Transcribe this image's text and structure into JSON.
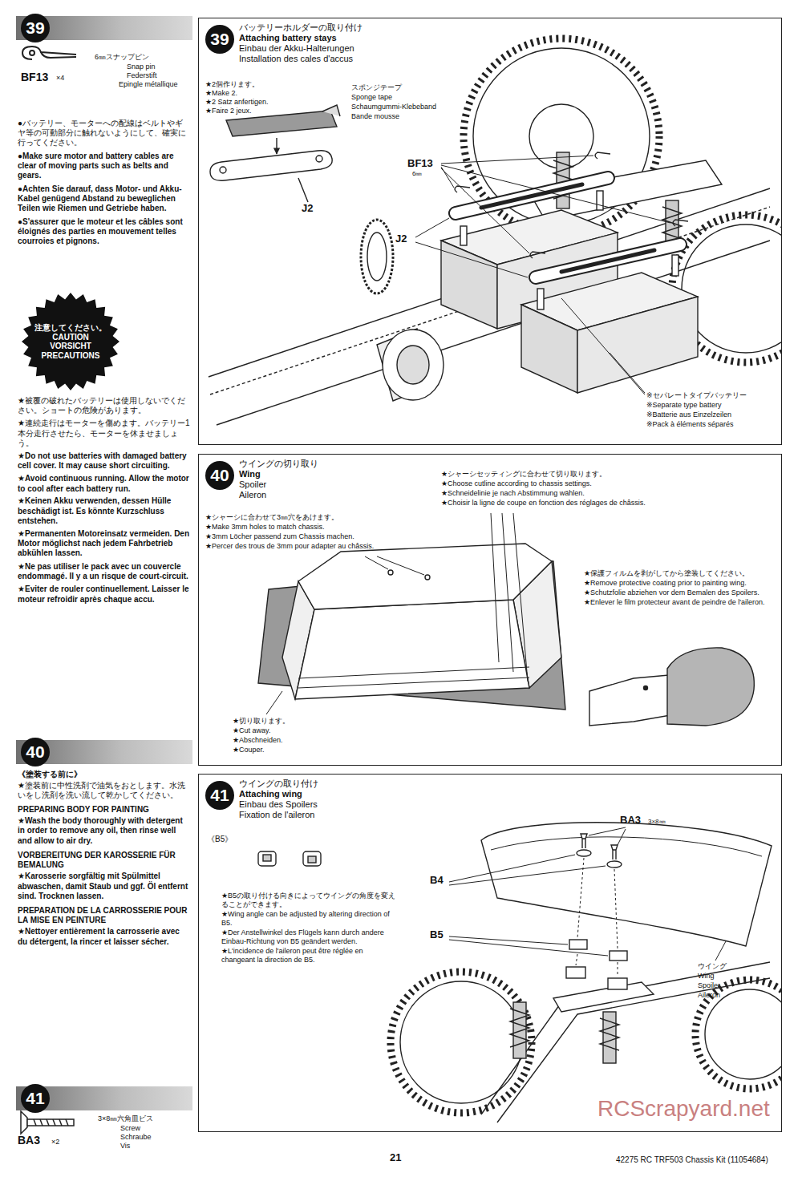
{
  "diagram": {
    "nodes": [
      {
        "text": [
          "39"
        ]
      },
      {
        "text": [
          "注意してください。",
          "CAUTION",
          "VORSICHT",
          "PRECAUTIONS"
        ]
      },
      {
        "text": [
          "40"
        ]
      },
      {
        "text": [
          "41"
        ]
      },
      {
        "text": [
          "39",
          "バッテリーホルダーの取り付け",
          "Attaching battery stays",
          "Einbau der Akku-Halterungen",
          "Installation des cales d'accus"
        ]
      },
      {
        "text": [
          "40",
          "ウイングの切り取り",
          "Wing",
          "Spoiler",
          "Aileron"
        ]
      },
      {
        "text": [
          "41",
          "ウイングの取り付け",
          "Attaching wing",
          "Einbau des Spoilers",
          "Fixation de l'aileron"
        ]
      }
    ],
    "labels": [
      "6㎜スナップピン",
      "Snap pin",
      "Federstift",
      "Epingle métallique",
      "BF13",
      "×4",
      "●バッテリー、モーターへの配線はベルトやギヤ等の可動部分に触れないようにして、確実に行ってください。",
      "●Make sure motor and battery cables are clear of moving parts such as belts and gears.",
      "●Achten Sie darauf, dass Motor- und Akku-Kabel genügend Abstand zu beweglichen Teilen wie Riemen und Getriebe haben.",
      "●S'assurer que le moteur et les câbles sont éloignés des parties en mouvement telles courroies et pignons.",
      "★被覆の破れたバッテリーは使用しないでください。ショートの危険があります。",
      "★連続走行はモーターを傷めます。バッテリー1本分走行させたら、モーターを休ませましょう。",
      "★Do not use batteries with damaged battery cell cover. It may cause short circuiting.",
      "★Avoid continuous running. Allow the motor to cool after each battery run.",
      "★Keinen Akku verwenden, dessen Hülle beschädigt ist. Es könnte Kurzschluss entstehen.",
      "★Permanenten Motoreinsatz vermeiden. Den Motor möglichst nach jedem Fahrbetrieb abkühlen lassen.",
      "★Ne pas utiliser le pack avec un couvercle endommagé. Il y a un risque de court-circuit.",
      "★Eviter de rouler continuellement. Laisser le moteur refroidir après chaque accu.",
      "《塗装する前に》",
      "★塗装前に中性洗剤で油気をおとします。水洗いをし洗剤を洗い流して乾かしてください。",
      "PREPARING BODY FOR PAINTING",
      "★Wash the body thoroughly with detergent in order to remove any oil, then rinse well and allow to air dry.",
      "VORBEREITUNG DER KAROSSERIE FÜR BEMALUNG",
      "★Karosserie sorgfältig mit Spülmittel abwaschen, damit Staub und ggf. Öl entfernt sind. Trocknen lassen.",
      "PREPARATION DE LA CARROSSERIE POUR LA MISE EN PEINTURE",
      "★Nettoyer entièrement la carrosserie avec du détergent, la rincer et laisser sécher.",
      "BA3",
      "×2",
      "3×8㎜六角皿ビス",
      "Screw",
      "Schraube",
      "Vis",
      "★2個作ります。",
      "★Make 2.",
      "★2 Satz anfertigen.",
      "★Faire 2 jeux.",
      "スポンジテープ",
      "Sponge tape",
      "Schaumgummi-Klebeband",
      "Bande mousse",
      "J2",
      "BF13",
      "6㎜",
      "J2",
      "※セパレートタイプバッテリー",
      "※Separate type battery",
      "※Batterie aus Einzelzeilen",
      "※Pack à éléments séparés",
      "★シャーシに合わせて3㎜穴をあけます。",
      "★Make 3mm holes to match chassis.",
      "★3mm Löcher passend zum Chassis machen.",
      "★Percer des trous de 3mm pour adapter au châssis.",
      "★シャーシセッティングに合わせて切り取ります。",
      "★Choose cutline according to chassis settings.",
      "★Schneidelinie je nach Abstimmung wählen.",
      "★Choisir la ligne de coupe en fonction des réglages de châssis.",
      "★保護フィルムを剥がしてから塗装してください。",
      "★Remove protective coating prior to painting wing.",
      "★Schutzfolie abziehen vor dem Bemalen des Spoilers.",
      "★Enlever le film protecteur avant de peindre de l'aileron.",
      "★切り取ります。",
      "★Cut away.",
      "★Abschneiden.",
      "★Couper.",
      "《B5》",
      "★B5の取り付ける向きによってウイングの角度を変えることができます。",
      "★Wing angle can be adjusted by altering direction of B5.",
      "★Der Anstellwinkel des Flügels kann durch andere Einbau-Richtung von B5 geändert werden.",
      "★L'incidence de l'aileron peut être réglée en changeant la direction de B5.",
      "BA3",
      "3×8㎜",
      "B4",
      "B5",
      "ウイング",
      "Wing",
      "Spoiler",
      "Aileron",
      "21",
      "42275 RC TRF503 Chassis Kit (11054684)",
      "RCScrapyard.net"
    ]
  }
}
